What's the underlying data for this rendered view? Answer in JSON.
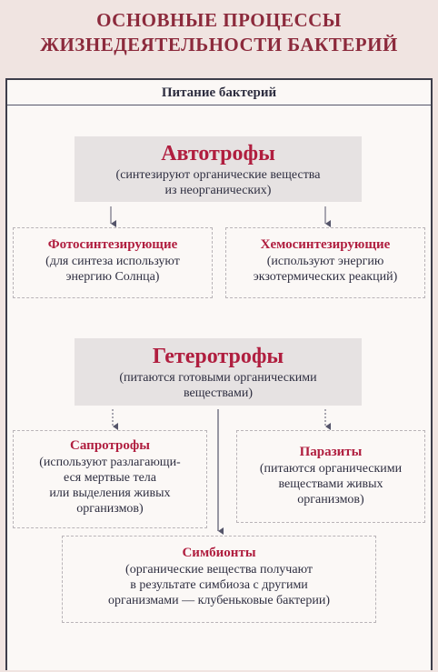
{
  "title": {
    "line1": "ОСНОВНЫЕ ПРОЦЕССЫ",
    "line2": "ЖИЗНЕДЕЯТЕЛЬНОСТИ БАКТЕРИЙ"
  },
  "section": {
    "heading": "Питание бактерий"
  },
  "autotrophs": {
    "name": "Автотрофы",
    "desc": [
      "(синтезируют органические вещества",
      "из неорганических)"
    ]
  },
  "photosynthetic": {
    "name": "Фотосинтезирующие",
    "desc": [
      "(для синтеза используют",
      "энергию Солнца)"
    ]
  },
  "chemosynthetic": {
    "name": "Хемосинтезирующие",
    "desc": [
      "(используют энергию",
      "экзотермических реакций)"
    ]
  },
  "heterotrophs": {
    "name": "Гетеротрофы",
    "desc": [
      "(питаются готовыми органическими",
      "веществами)"
    ]
  },
  "saprotrophs": {
    "name": "Сапротрофы",
    "desc": [
      "(используют разлагающи-",
      "еся мертвые тела",
      "или выделения живых",
      "организмов)"
    ]
  },
  "parasites": {
    "name": "Паразиты",
    "desc": [
      "(питаются органическими",
      "веществами живых",
      "организмов)"
    ]
  },
  "symbionts": {
    "name": "Симбионты",
    "desc": [
      "(органические вещества получают",
      "в результате симбиоза с другими",
      "организмами — клубеньковые бактерии)"
    ]
  },
  "colors": {
    "title": "#8c2a3c",
    "accent": "#b01e3f",
    "text": "#2e2e40",
    "shade": "#e6e2e2",
    "background": "#f0e4e1"
  }
}
